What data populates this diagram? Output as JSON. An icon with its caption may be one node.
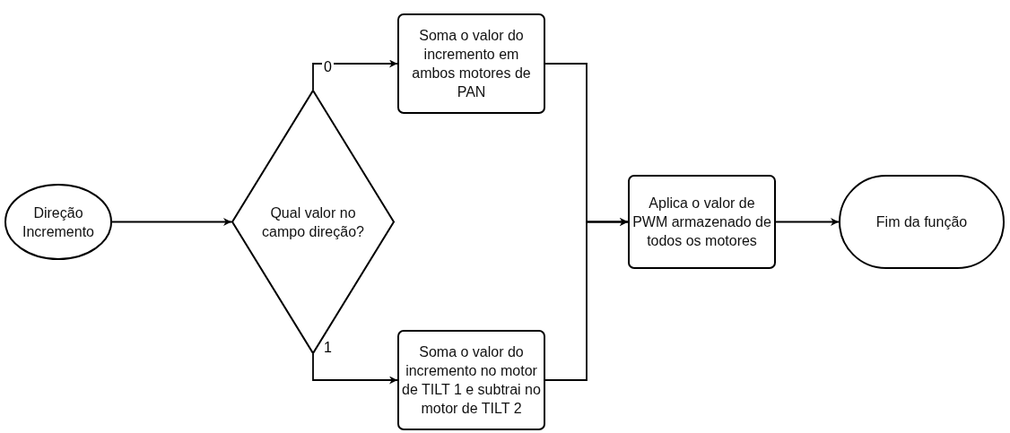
{
  "diagram": {
    "nodes": [
      {
        "text": [
          "Direção Incremento"
        ]
      },
      {
        "text": [
          "Qual valor no campo direção?"
        ]
      },
      {
        "text": [
          "Soma o valor do incremento em ambos motores de PAN"
        ]
      },
      {
        "text": [
          "Soma o valor do incremento no motor de TILT 1 e subtrai no motor de TILT 2"
        ]
      },
      {
        "text": [
          "Aplica o valor de PWM armazenado de todos os motores"
        ]
      },
      {
        "text": [
          "Fim da função"
        ]
      }
    ],
    "edges": [
      {
        "from": 0,
        "to": 1,
        "arrow": "to"
      },
      {
        "from": 1,
        "to": 2,
        "arrow": "to",
        "label": "0"
      },
      {
        "from": 1,
        "to": 3,
        "arrow": "to",
        "label": "1"
      },
      {
        "from": 2,
        "to": 4,
        "arrow": "to"
      },
      {
        "from": 3,
        "to": 4,
        "arrow": "to"
      },
      {
        "from": 4,
        "to": 5,
        "arrow": "to"
      }
    ]
  }
}
